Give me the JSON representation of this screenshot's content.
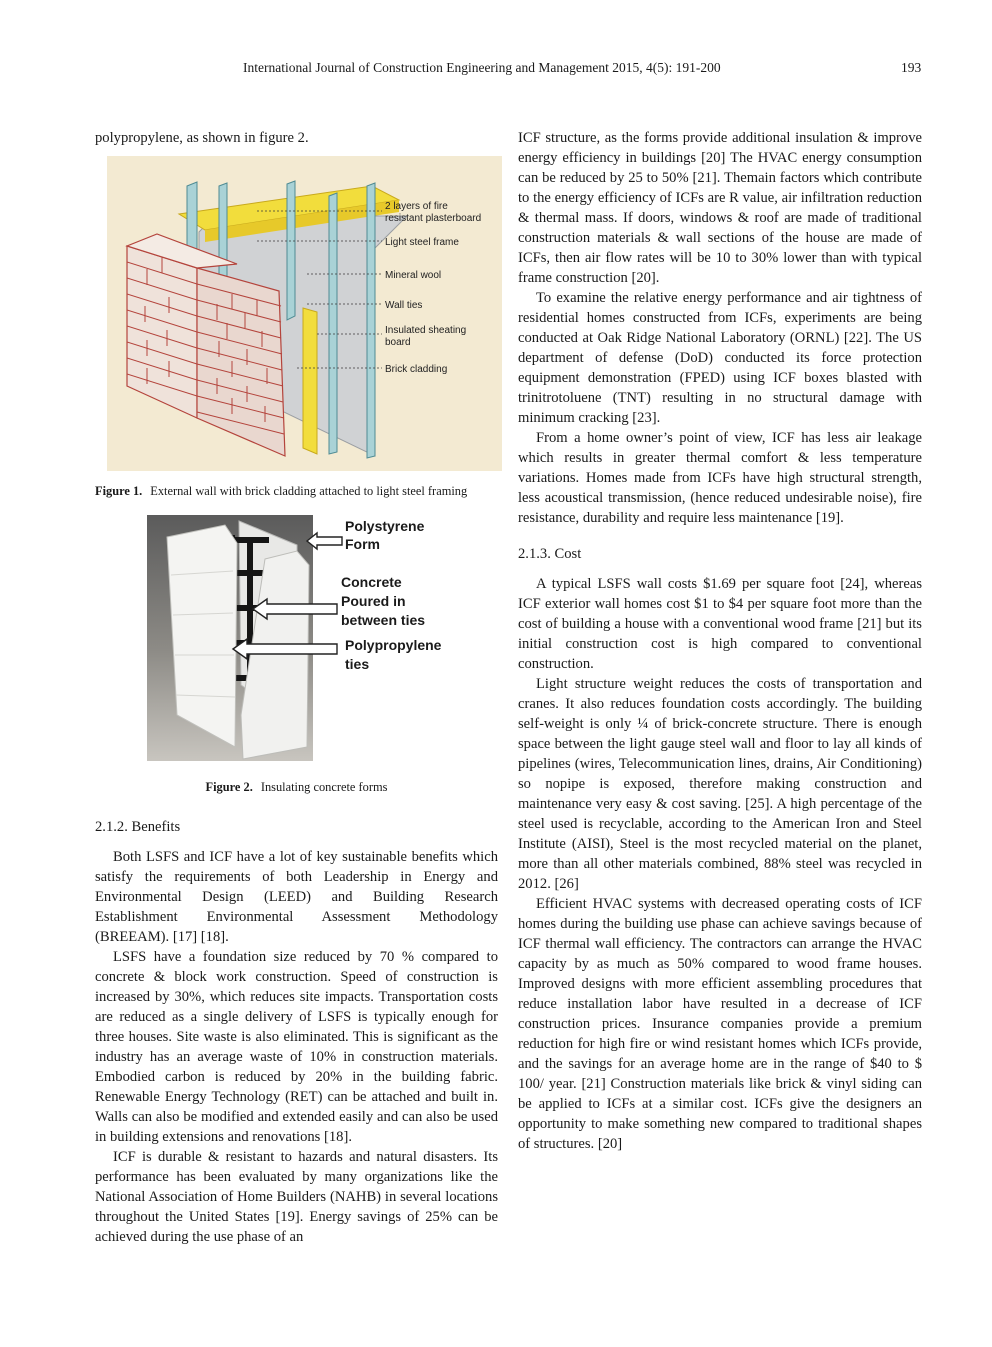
{
  "header": {
    "journal": "International Journal of Construction Engineering and Management 2015, 4(5): 191-200",
    "page_number": "193"
  },
  "left": {
    "p_intro": "polypropylene, as shown in figure 2.",
    "fig1": {
      "labels": [
        "2 layers of fire",
        "resistant plasterboard",
        "Light steel frame",
        "Mineral wool",
        "Wall ties",
        "Insulated sheating",
        "board",
        "Brick cladding"
      ],
      "caption_label": "Figure 1.",
      "caption_text": "External wall with brick cladding attached to light steel framing"
    },
    "fig2": {
      "labels": [
        "Polystyrene",
        "Form",
        "Concrete",
        "Poured in",
        "between ties",
        "Polypropylene",
        "ties"
      ],
      "caption_label": "Figure 2.",
      "caption_text": "Insulating concrete forms"
    },
    "section_benefits": "2.1.2. Benefits",
    "p1": "Both LSFS and ICF have a lot of key sustainable benefits which satisfy the requirements of both Leadership in Energy and Environmental Design (LEED) and Building Research Establishment Environmental Assessment Methodology (BREEAM). [17] [18].",
    "p2": "LSFS have a foundation size reduced by 70 % compared to concrete & block work construction. Speed of construction is increased by 30%, which reduces site impacts. Transportation costs are reduced as a single delivery of LSFS is typically enough for three houses. Site waste is also eliminated. This is significant as the industry has an average waste of 10% in construction materials. Embodied carbon is reduced by 20% in the building fabric. Renewable Energy Technology (RET) can be attached and built in. Walls can also be modified and extended easily and can also be used in building extensions and renovations [18].",
    "p3": "ICF is durable & resistant to hazards and natural disasters. Its performance has been evaluated by many organizations like the National Association of Home Builders (NAHB) in several locations throughout the United States [19]. Energy savings of 25% can be achieved during the use phase of an"
  },
  "right": {
    "p1": "ICF structure, as the forms provide additional insulation & improve energy efficiency in buildings [20] The HVAC energy consumption can be reduced by 25 to 50% [21]. Themain factors which contribute to the energy efficiency of ICFs are R value, air infiltration reduction & thermal mass. If doors, windows & roof are made of traditional construction materials & wall sections of the house are made of ICFs, then air flow rates will be 10 to 30% lower than with typical frame construction [20].",
    "p2": "To examine the relative energy performance and air tightness of residential homes constructed from ICFs, experiments are being conducted at Oak Ridge National Laboratory (ORNL) [22]. The US department of defense (DoD) conducted its force protection equipment demonstration (FPED) using ICF boxes blasted with trinitrotoluene (TNT) resulting in no structural damage with minimum cracking [23].",
    "p3": "From a home owner’s point of view, ICF has less air leakage which results in greater thermal comfort & less temperature variations. Homes made from ICFs have high structural strength, less acoustical transmission, (hence reduced undesirable noise), fire resistance, durability and require less maintenance [19].",
    "section_cost": "2.1.3. Cost",
    "p4": "A typical LSFS wall costs $1.69 per square foot [24], whereas ICF exterior wall homes cost $1 to $4 per square foot more than the cost of building a house with a conventional wood frame [21] but its initial construction cost is high compared to conventional construction.",
    "p5": "Light structure weight reduces the costs of transportation and cranes. It also reduces foundation costs accordingly. The building self-weight is only ¼ of brick-concrete structure. There is enough space between the light gauge steel wall and floor to lay all kinds of pipelines (wires, Telecommunication lines, drains, Air Conditioning) so nopipe is exposed, therefore making construction and maintenance very easy & cost saving. [25]. A high percentage of the steel used is recyclable, according to the American Iron and Steel Institute (AISI), Steel is the most recycled material on the planet, more than all other materials combined, 88% steel was recycled in 2012. [26]",
    "p6": "Efficient HVAC systems with decreased operating costs of ICF homes during the building use phase can achieve savings because of ICF thermal wall efficiency. The contractors can arrange the HVAC capacity by as much as 50% compared to wood frame houses. Improved designs with more efficient assembling procedures that reduce installation labor have resulted in a decrease of ICF construction prices. Insurance companies provide a premium reduction for high fire or wind resistant homes which ICFs provide, and the savings for an average home are in the range of $40 to $ 100/ year. [21] Construction materials like brick & vinyl siding can be applied to ICFs at a similar cost. ICFs give the designers an opportunity to make something new compared to traditional shapes of structures. [20]"
  },
  "colors": {
    "fig1_background": "#f3ead2",
    "brick": "#e9d7cf",
    "brick_line": "#b4443c",
    "mineral_wool": "#f2dd3c",
    "plasterboard": "#d0d2d4",
    "steel": "#7fb8c0"
  }
}
